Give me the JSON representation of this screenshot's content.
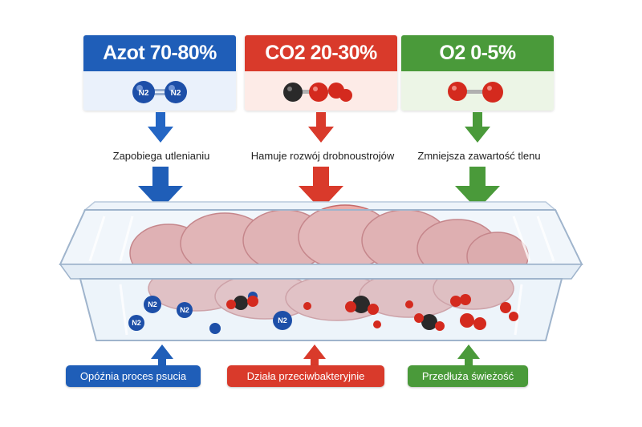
{
  "gases": [
    {
      "title": "Azot 70-80%",
      "effect": "Zapobiega utlenianiu",
      "benefit": "Opóźnia proces psucia",
      "color": "#1f5eb8",
      "tint": "#eaf1fb",
      "molecule_labels": [
        "N2",
        "N2"
      ]
    },
    {
      "title": "CO2 20-30%",
      "effect": "Hamuje rozwój drobnoustrojów",
      "benefit": "Działa przeciwbakteryjnie",
      "color": "#d93a2b",
      "tint": "#fdebe7"
    },
    {
      "title": "O2 0-5%",
      "effect": "Zmniejsza zawartość tlenu",
      "benefit": "Przedłuża świeżość",
      "color": "#4a9a3a",
      "tint": "#ecf5e6"
    }
  ],
  "tray": {
    "molecule_label": "N2",
    "meat": "sliced meat"
  }
}
